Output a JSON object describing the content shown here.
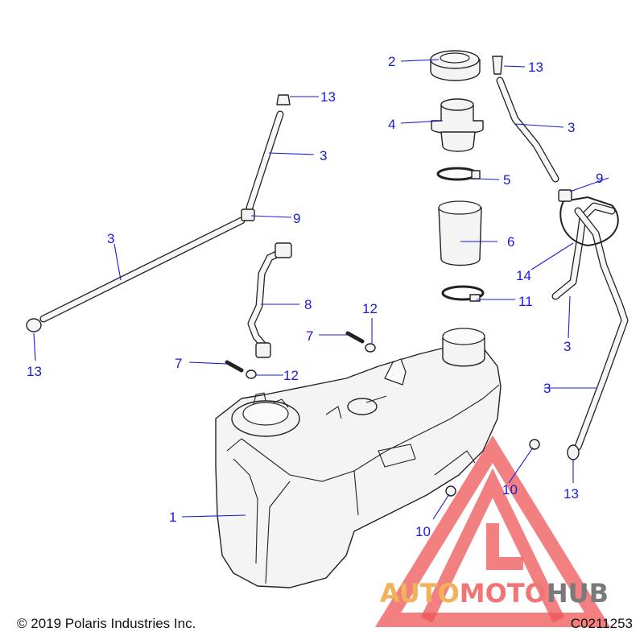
{
  "callouts": [
    {
      "id": "c1",
      "label": "1"
    },
    {
      "id": "c2",
      "label": "2"
    },
    {
      "id": "c3a",
      "label": "3"
    },
    {
      "id": "c3b",
      "label": "3"
    },
    {
      "id": "c3c",
      "label": "3"
    },
    {
      "id": "c3d",
      "label": "3"
    },
    {
      "id": "c3e",
      "label": "3"
    },
    {
      "id": "c4",
      "label": "4"
    },
    {
      "id": "c5",
      "label": "5"
    },
    {
      "id": "c6",
      "label": "6"
    },
    {
      "id": "c7a",
      "label": "7"
    },
    {
      "id": "c7b",
      "label": "7"
    },
    {
      "id": "c8",
      "label": "8"
    },
    {
      "id": "c9a",
      "label": "9"
    },
    {
      "id": "c9b",
      "label": "9"
    },
    {
      "id": "c10a",
      "label": "10"
    },
    {
      "id": "c10b",
      "label": "10"
    },
    {
      "id": "c11",
      "label": "11"
    },
    {
      "id": "c12a",
      "label": "12"
    },
    {
      "id": "c12b",
      "label": "12"
    },
    {
      "id": "c13a",
      "label": "13"
    },
    {
      "id": "c13b",
      "label": "13"
    },
    {
      "id": "c13c",
      "label": "13"
    },
    {
      "id": "c13d",
      "label": "13"
    },
    {
      "id": "c14",
      "label": "14"
    }
  ],
  "footer": {
    "copyright": "© 2019 Polaris Industries Inc.",
    "drawing_number": "C0211253"
  },
  "watermark": {
    "part1": "AUTO",
    "part2": "MOTO",
    "part3": "HUB"
  },
  "colors": {
    "callout": "#1a1adb",
    "watermark_red": "#ef5555",
    "watermark_orange": "#f2b25a",
    "watermark_gray": "#7a7a7a"
  }
}
